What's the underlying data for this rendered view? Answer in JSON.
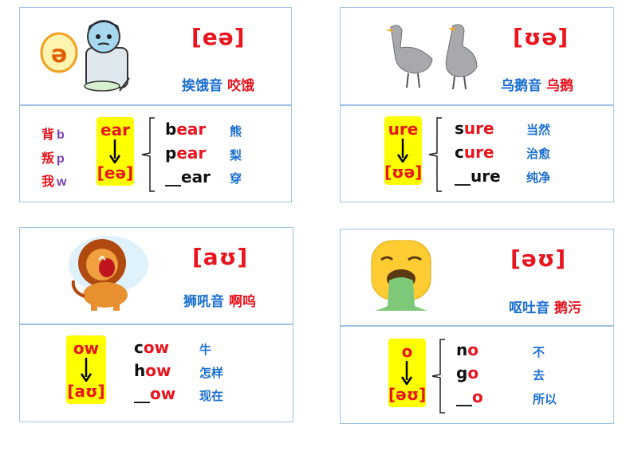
{
  "cards": [
    {
      "ipa": "[eə]",
      "caption_blue": "挨饿音",
      "caption_red": "咬饿",
      "icon": "hungry-man-icon",
      "vowel": "ear",
      "vowel_ipa": "[eə]",
      "mnemonics": [
        {
          "cn": "背",
          "letter": "b"
        },
        {
          "cn": "叛",
          "letter": "p"
        },
        {
          "cn": "我",
          "letter": "w"
        }
      ],
      "words": [
        {
          "pre": "b",
          "hl": "ear",
          "meaning": "熊"
        },
        {
          "pre": "p",
          "hl": "ear",
          "meaning": "梨"
        },
        {
          "pre": "__",
          "hl": "ear",
          "meaning": "穿"
        }
      ]
    },
    {
      "ipa": "[ʊə]",
      "caption_blue": "乌鹅音",
      "caption_red": "乌鹅",
      "icon": "geese-icon",
      "vowel": "ure",
      "vowel_ipa": "[ʊə]",
      "words": [
        {
          "pre": "s",
          "hl": "ure",
          "meaning": "当然"
        },
        {
          "pre": "c",
          "hl": "ure",
          "meaning": "治愈"
        },
        {
          "pre": "__",
          "hl": "ure",
          "meaning": "纯净"
        }
      ]
    },
    {
      "ipa": "[aʊ]",
      "caption_blue": "狮吼音",
      "caption_red": "啊呜",
      "icon": "roaring-lion-icon",
      "vowel": "ow",
      "vowel_ipa": "[aʊ]",
      "words": [
        {
          "pre": "c",
          "hl": "ow",
          "meaning": "牛"
        },
        {
          "pre": "h",
          "hl": "ow",
          "meaning": "怎样"
        },
        {
          "pre": "__",
          "hl": "ow",
          "meaning": "现在"
        }
      ]
    },
    {
      "ipa": "[əʊ]",
      "caption_blue": "呕吐音",
      "caption_red": "鹅污",
      "icon": "vomiting-face-icon",
      "vowel": "o",
      "vowel_ipa": "[əʊ]",
      "words": [
        {
          "pre": "n",
          "hl": "o",
          "meaning": "不"
        },
        {
          "pre": "g",
          "hl": "o",
          "meaning": "去"
        },
        {
          "pre": "__",
          "hl": "o",
          "meaning": "所以"
        }
      ]
    }
  ],
  "colors": {
    "red": "#e8141e",
    "blue": "#1a6fd1",
    "purple": "#7b3fb5",
    "highlight": "#ffff00",
    "border": "#9ec3e6"
  }
}
